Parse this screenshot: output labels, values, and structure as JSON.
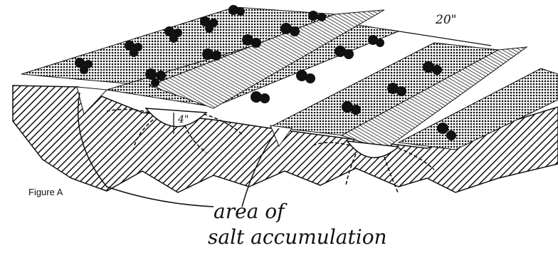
{
  "figure": {
    "label": "Figure A",
    "annotation_line1": "area of",
    "annotation_line2": "salt accumulation",
    "width_dimension": "20\"",
    "depth_dimension": "4\""
  },
  "icons": {
    "plant": "plant-cluster-icon",
    "arrow": "water-flow-arrow-icon"
  },
  "colors": {
    "ink": "#111111",
    "paper": "#ffffff"
  }
}
